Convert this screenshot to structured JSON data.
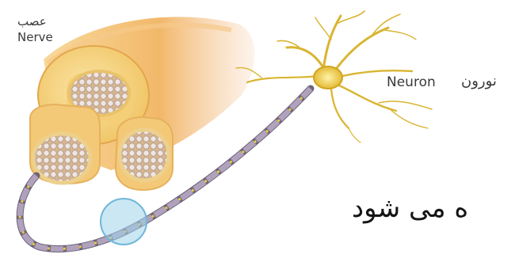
{
  "labels": {
    "nerve_fa": "عصب",
    "nerve_en": "Nerve",
    "neuron_en": "Neuron",
    "neuron_fa": "نورون",
    "caption_partial": "ه می شود"
  },
  "colors": {
    "background": "#ffffff",
    "nerve_outer": "#efb35a",
    "nerve_inner": "#f6d88b",
    "fiber_bundle": "#e8d9d0",
    "axon_segment": "#8a7c96",
    "neuron_body": "#e9c844",
    "highlight_circle": "#9fd3ea",
    "text": "#3a3a3a"
  }
}
